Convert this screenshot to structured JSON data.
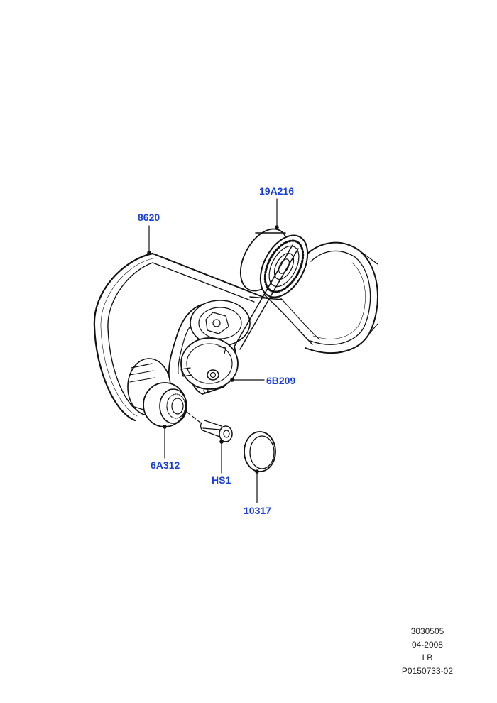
{
  "callouts": {
    "belt": "8620",
    "idler_pulley": "19A216",
    "tensioner": "6B209",
    "crank_pulley": "6A312",
    "bolt": "HS1",
    "cap": "10317"
  },
  "footer": {
    "line1": "3030505",
    "line2": "04-2008",
    "line3": "LB",
    "line4": "P0150733-02"
  },
  "colors": {
    "callout_text": "#1a3fd6",
    "line_art": "#111111"
  }
}
